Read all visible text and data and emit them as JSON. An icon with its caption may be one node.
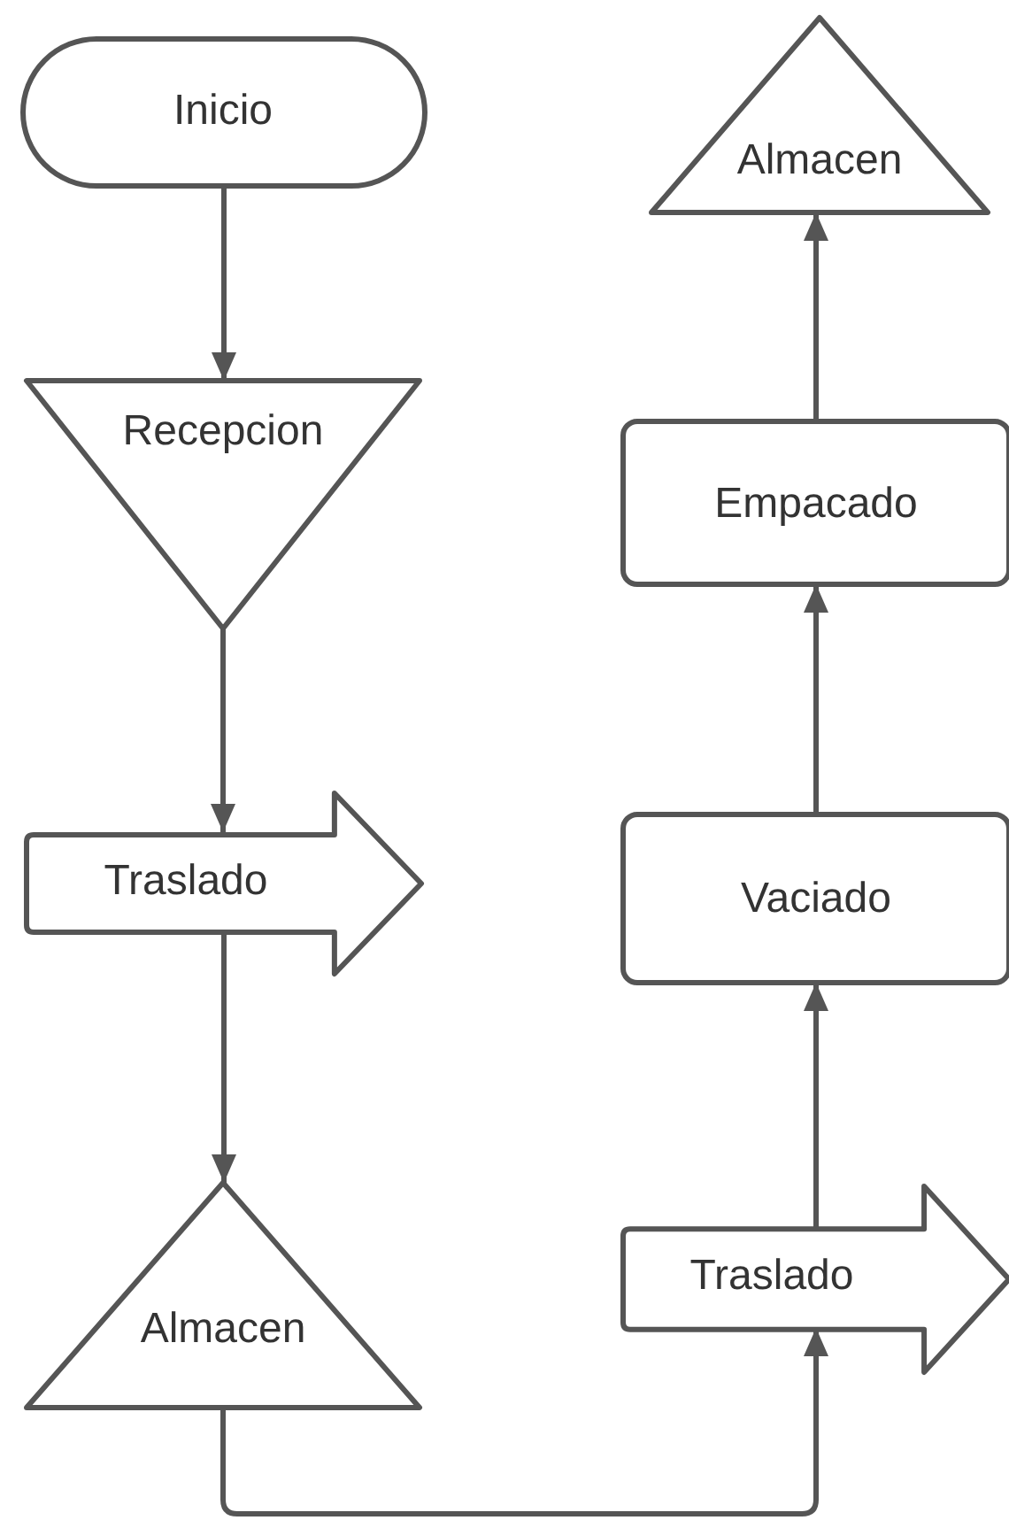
{
  "diagram": {
    "nodes": [
      {
        "text": [
          "Inicio"
        ]
      },
      {
        "text": [
          "Recepcion"
        ]
      },
      {
        "text": [
          "Traslado"
        ]
      },
      {
        "text": [
          "Almacen"
        ]
      },
      {
        "text": [
          "Traslado"
        ]
      },
      {
        "text": [
          "Vaciado"
        ]
      },
      {
        "text": [
          "Empacado"
        ]
      },
      {
        "text": [
          "Almacen"
        ]
      }
    ],
    "edges": [
      {
        "from": 0,
        "to": 1,
        "arrow": "to"
      },
      {
        "from": 1,
        "to": 2,
        "arrow": "to"
      },
      {
        "from": 2,
        "to": 3,
        "arrow": "to"
      },
      {
        "from": 3,
        "to": 4,
        "arrow": "to"
      },
      {
        "from": 4,
        "to": 5,
        "arrow": "to"
      },
      {
        "from": 5,
        "to": 6,
        "arrow": "to"
      },
      {
        "from": 6,
        "to": 7,
        "arrow": "to"
      }
    ]
  }
}
